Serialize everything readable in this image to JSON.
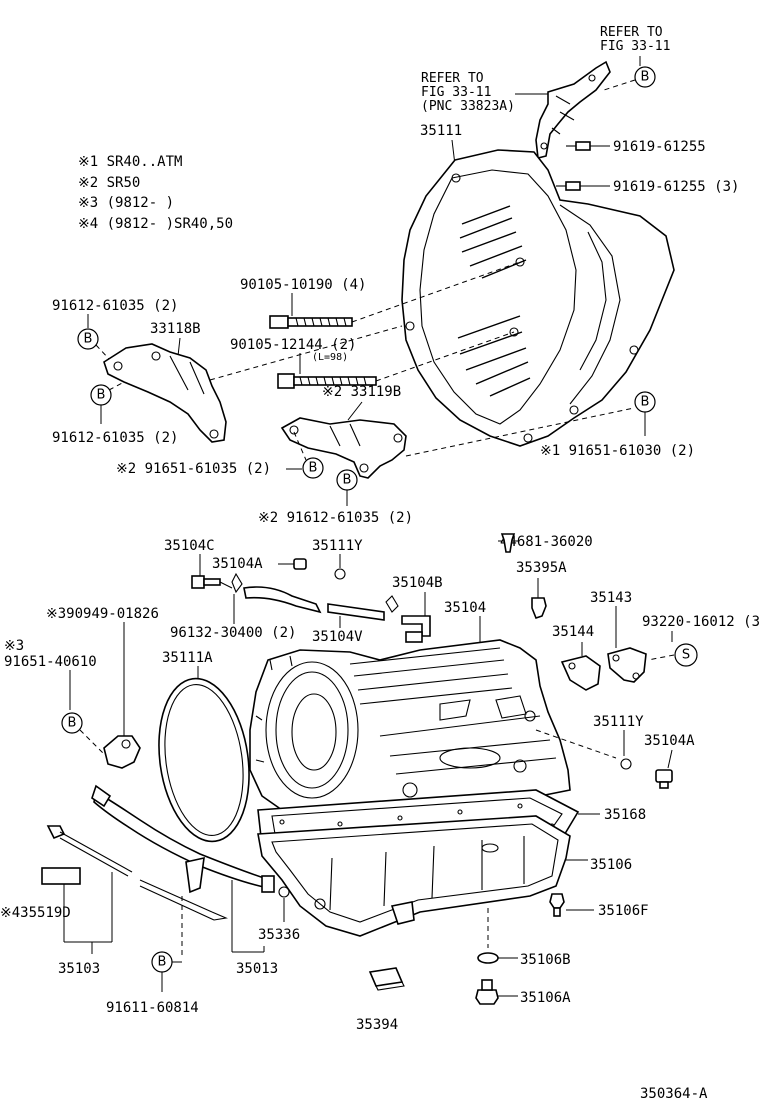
{
  "notes": {
    "n1": "※1 SR40..ATM",
    "n2": "※2 SR50",
    "n3": "※3 (9812-     )",
    "n4": "※4 (9812-     )SR40,50"
  },
  "labels": {
    "refer_top_1": "REFER TO",
    "refer_top_2": "FIG 33-11",
    "refer_mid_1": "REFER TO",
    "refer_mid_2": "FIG 33-11",
    "refer_mid_3": "(PNC 33823A)",
    "p35111": "35111",
    "p91619_a": "91619-61255",
    "p91619_b": "91619-61255 (3)",
    "p90105_10190": "90105-10190 (4)",
    "p90105_12144": "90105-12144 (2)",
    "l98": "(L=98)",
    "p33119B": "※2 33119B",
    "p91651_61030": "※1 91651-61030 (2)",
    "p91612_top": "91612-61035 (2)",
    "p33118B": "33118B",
    "p91612_left": "91612-61035 (2)",
    "p91651_61035": "※2 91651-61035 (2)",
    "p91612_bottom": "※2  91612-61035 (2)",
    "p35104C": "35104C",
    "p35104A_top": "35104A",
    "p35111Y_top": "35111Y",
    "p44681": "44681-36020",
    "p35395A": "35395A",
    "p35104B": "35104B",
    "p35104": "35104",
    "p35143": "35143",
    "p93220": "93220-16012 (3)",
    "p96132": "96132-30400 (2)",
    "p35104V": "35104V",
    "p35144": "35144",
    "p390949": "※390949-01826",
    "p3_mark": "※3",
    "p91651_40610": "91651-40610",
    "p35111A": "35111A",
    "p35111Y_right": "35111Y",
    "p35104A_right": "35104A",
    "p35168": "35168",
    "p35106": "35106",
    "p35106F": "35106F",
    "p435519D": "※435519D",
    "p35336": "35336",
    "p35103": "35103",
    "p35013": "35013",
    "p35106B": "35106B",
    "p91611": "91611-60814",
    "p35106A": "35106A",
    "p35394": "35394",
    "figure_id": "350364-A"
  },
  "callouts": {
    "b": "B",
    "s": "S"
  }
}
